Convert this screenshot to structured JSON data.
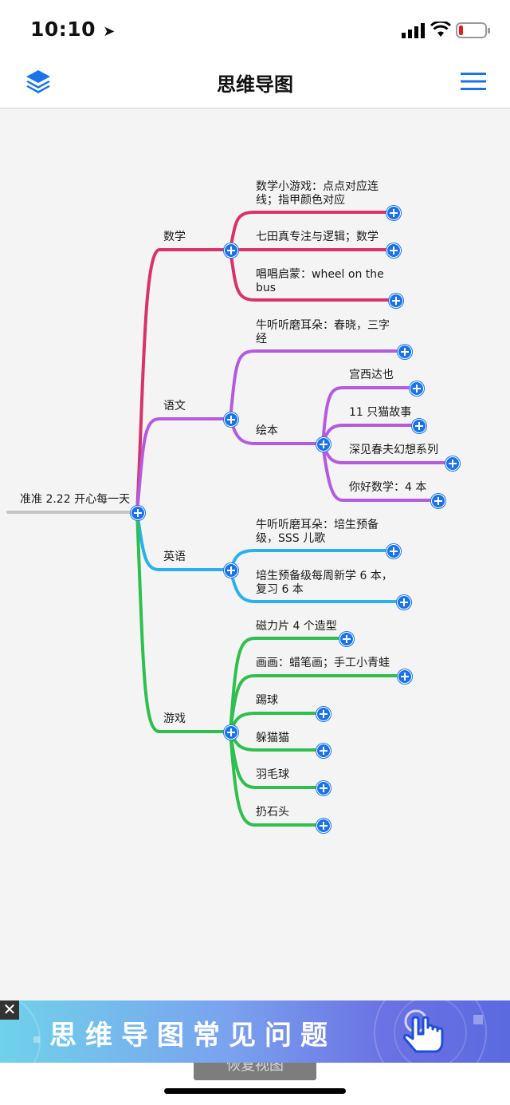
{
  "status_bar": {
    "time": "10:10"
  },
  "nav": {
    "title": "思维导图",
    "layers_icon": "layers-icon",
    "menu_icon": "menu-icon"
  },
  "mindmap": {
    "root": "准准 2.22 开心每一天",
    "branches": [
      {
        "name": "数学",
        "color": "#d6336c",
        "children": [
          "数学小游戏：点点对应连线；指甲颜色对应",
          "七田真专注与逻辑；数学",
          "唱唱启蒙：wheel on the bus"
        ]
      },
      {
        "name": "语文",
        "color": "#b45ae0",
        "children": [
          "牛听听磨耳朵：春晓，三字经",
          "绘本"
        ],
        "sub": {
          "name": "绘本",
          "children": [
            "宫西达也",
            "11 只猫故事",
            "深见春夫幻想系列",
            "你好数学：4 本"
          ]
        }
      },
      {
        "name": "英语",
        "color": "#2bb0ee",
        "children": [
          "牛听听磨耳朵：培生预备级，SSS 儿歌",
          "培生预备级每周新学 6 本，复习 6 本"
        ]
      },
      {
        "name": "游戏",
        "color": "#2fbf4e",
        "children": [
          "磁力片 4 个造型",
          "画画：蜡笔画；手工小青蛙",
          "踢球",
          "躲猫猫",
          "羽毛球",
          "扔石头"
        ]
      }
    ]
  },
  "restore_button": "恢复视图",
  "ad": {
    "text": "思维导图常见问题",
    "close": "✕"
  }
}
